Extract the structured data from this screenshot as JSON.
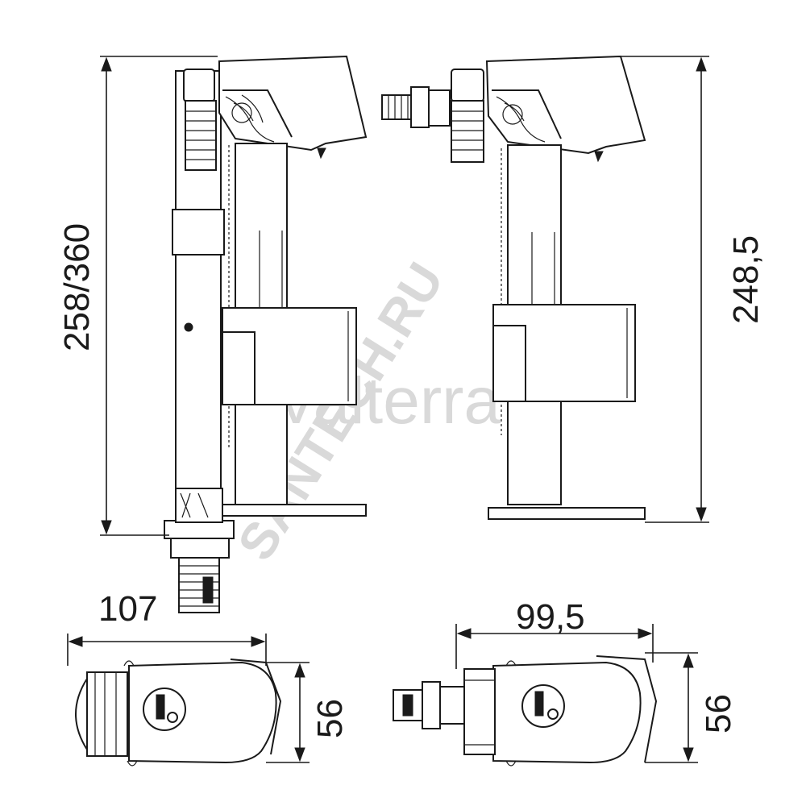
{
  "watermark": {
    "brand": "Valterra",
    "site": "SANTECH.RU"
  },
  "dimensions": {
    "side_height_left": "258/360",
    "side_height_right": "248,5",
    "top_width_left": "107",
    "top_width_right": "99,5",
    "top_depth_left": "56",
    "top_depth_right": "56"
  },
  "colors": {
    "line": "#1a1a1a",
    "background": "#ffffff",
    "watermark": "#d9d9d9"
  }
}
